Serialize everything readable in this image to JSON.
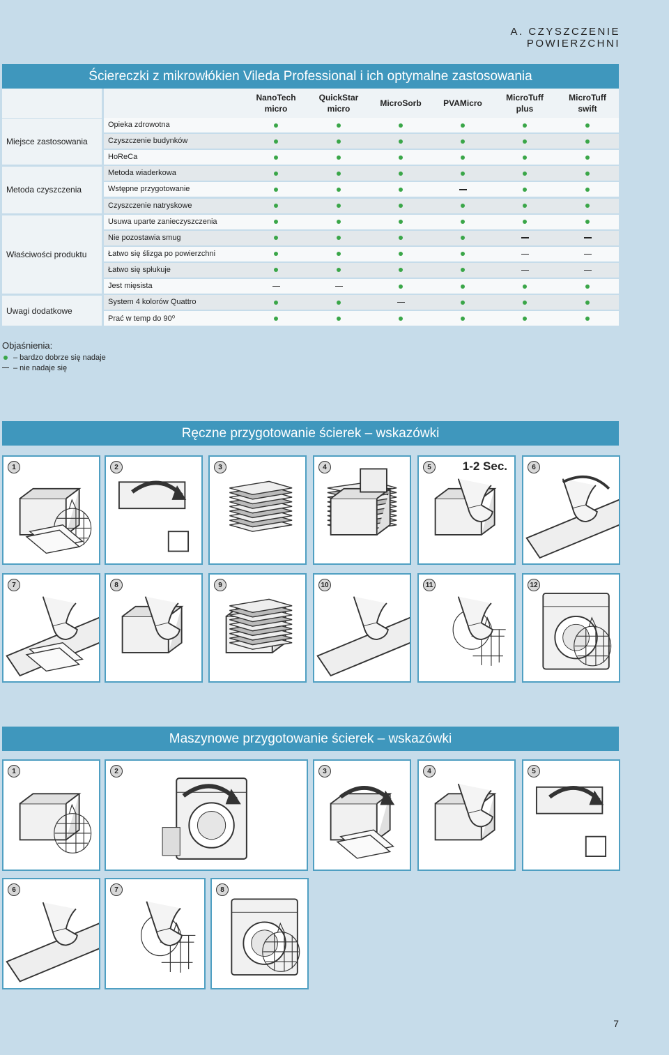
{
  "section_header": "A. CZYSZCZENIE POWIERZCHNI",
  "table": {
    "title": "Ściereczki z mikrowłókien Vileda Professional i ich optymalne zastosowania",
    "columns": [
      {
        "line1": "NanoTech",
        "line2": "micro"
      },
      {
        "line1": "QuickStar",
        "line2": "micro"
      },
      {
        "line1": "MicroSorb",
        "line2": ""
      },
      {
        "line1": "PVAMicro",
        "line2": ""
      },
      {
        "line1": "MicroTuff",
        "line2": "plus"
      },
      {
        "line1": "MicroTuff",
        "line2": "swift"
      }
    ],
    "groups": [
      {
        "label": "Miejsce zastosowania",
        "rows": [
          0,
          1,
          2
        ]
      },
      {
        "label": "Metoda czyszczenia",
        "rows": [
          3,
          4,
          5
        ]
      },
      {
        "label": "Właściwości produktu",
        "rows": [
          6,
          7,
          8,
          9,
          10
        ]
      },
      {
        "label": "Uwagi dodatkowe",
        "rows": [
          11,
          12
        ]
      }
    ],
    "rows": [
      {
        "label": "Opieka zdrowotna",
        "values": [
          "dot",
          "dot",
          "dot",
          "dot",
          "dot",
          "dot"
        ]
      },
      {
        "label": "Czyszczenie budynków",
        "values": [
          "dot",
          "dot",
          "dot",
          "dot",
          "dot",
          "dot"
        ]
      },
      {
        "label": "HoReCa",
        "values": [
          "dot",
          "dot",
          "dot",
          "dot",
          "dot",
          "dot"
        ]
      },
      {
        "label": "Metoda wiaderkowa",
        "values": [
          "dot",
          "dot",
          "dot",
          "dot",
          "dot",
          "dot"
        ]
      },
      {
        "label": "Wstępne przygotowanie",
        "values": [
          "dot",
          "dot",
          "dot",
          "dash",
          "dot",
          "dot"
        ]
      },
      {
        "label": "Czyszczenie natryskowe",
        "values": [
          "dot",
          "dot",
          "dot",
          "dot",
          "dot",
          "dot"
        ]
      },
      {
        "label": "Usuwa uparte zanieczyszczenia",
        "values": [
          "dot",
          "dot",
          "dot",
          "dot",
          "dot",
          "dot"
        ]
      },
      {
        "label": "Nie pozostawia smug",
        "values": [
          "dot",
          "dot",
          "dot",
          "dot",
          "dash",
          "dash"
        ]
      },
      {
        "label": "Łatwo się ślizga po powierzchni",
        "values": [
          "dot",
          "dot",
          "dot",
          "dot",
          "dash",
          "dash"
        ]
      },
      {
        "label": "Łatwo się spłukuje",
        "values": [
          "dot",
          "dot",
          "dot",
          "dot",
          "dash",
          "dash"
        ]
      },
      {
        "label": "Jest mięsista",
        "values": [
          "dash",
          "dash",
          "dot",
          "dot",
          "dot",
          "dot"
        ]
      },
      {
        "label": "System 4 kolorów Quattro",
        "values": [
          "dot",
          "dot",
          "dash",
          "dot",
          "dot",
          "dot"
        ]
      },
      {
        "label": "Prać w temp do 90⁰",
        "values": [
          "dot",
          "dot",
          "dot",
          "dot",
          "dot",
          "dot"
        ]
      }
    ]
  },
  "legend": {
    "heading": "Objaśnienia:",
    "items": [
      {
        "symbol": "dot",
        "text": "– bardzo dobrze się nadaje"
      },
      {
        "symbol": "dash",
        "text": "– nie nadaje się"
      }
    ]
  },
  "manual_section": {
    "title": "Ręczne przygotowanie ścierek – wskazówki",
    "steps": [
      {
        "number": "1",
        "icon": "jug-box-net-cloths-icon"
      },
      {
        "number": "2",
        "icon": "fold-cloth-arrow-icon"
      },
      {
        "number": "3",
        "icon": "stack-of-cloths-icon"
      },
      {
        "number": "4",
        "icon": "pour-water-into-box-icon"
      },
      {
        "number": "5",
        "icon": "hand-press-cloths-icon",
        "timer": "1-2 Sec."
      },
      {
        "number": "6",
        "icon": "hand-wring-cloth-icon"
      },
      {
        "number": "7",
        "icon": "hands-lift-cloths-icon"
      },
      {
        "number": "8",
        "icon": "hands-place-cloths-in-box-icon"
      },
      {
        "number": "9",
        "icon": "cloths-in-box-icon"
      },
      {
        "number": "10",
        "icon": "hand-wipe-surface-icon"
      },
      {
        "number": "11",
        "icon": "put-cloth-in-net-icon"
      },
      {
        "number": "12",
        "icon": "net-into-washing-machine-icon"
      }
    ]
  },
  "machine_section": {
    "title": "Maszynowe przygotowanie ścierek – wskazówki",
    "steps": [
      {
        "number": "1",
        "icon": "box-and-net-icon"
      },
      {
        "number": "2",
        "icon": "washing-machine-with-detergent-icon"
      },
      {
        "number": "3",
        "icon": "cloths-into-box-icon"
      },
      {
        "number": "4",
        "icon": "hand-take-cloth-from-box-icon"
      },
      {
        "number": "5",
        "icon": "fold-cloth-arrow-icon"
      },
      {
        "number": "6",
        "icon": "hand-wipe-surface-icon"
      },
      {
        "number": "7",
        "icon": "put-cloth-in-net-icon"
      },
      {
        "number": "8",
        "icon": "net-into-washing-machine-icon"
      }
    ]
  },
  "page_number": "7",
  "colors": {
    "accent": "#3f97bd",
    "good_dot": "#3aa648",
    "background": "#c6dcea"
  }
}
